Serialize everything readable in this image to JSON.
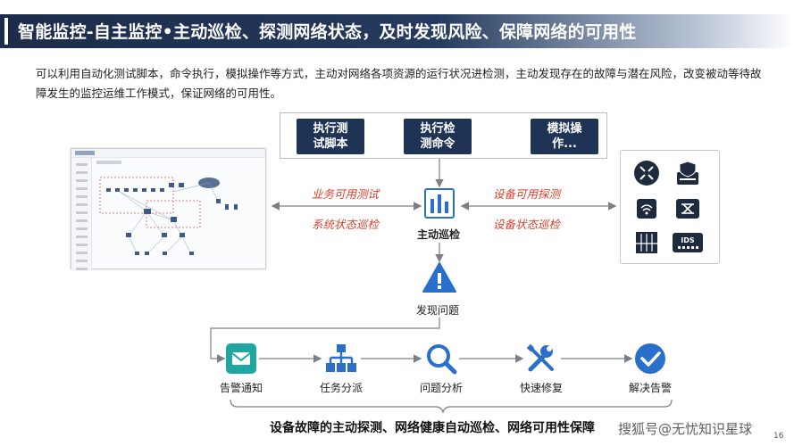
{
  "title": "智能监控-自主监控•主动巡检、探测网络状态，及时发现风险、保障网络的可用性",
  "intro": "可以利用自动化测试脚本，命令执行，模拟操作等方式，主动对网络各项资源的运行状况进检测，主动发现存在的故障与潜在风险，改变被动等待故障发生的监控运维工作模式，保证网络的可用性。",
  "tools": [
    {
      "line1": "执行测",
      "line2": "试脚本"
    },
    {
      "line1": "执行检",
      "line2": "测命令"
    },
    {
      "line1": "模拟操",
      "line2": "作..."
    }
  ],
  "left_arrows": {
    "top": "业务可用测试",
    "bottom": "系统状态巡检"
  },
  "right_arrows": {
    "top": "设备可用探测",
    "bottom": "设备状态巡检"
  },
  "center": {
    "label": "主动巡检",
    "icon": "bar-chart-icon"
  },
  "discover": {
    "label": "发现问题",
    "icon": "warning-icon"
  },
  "ids_label": "IDS",
  "steps": [
    {
      "label": "告警通知",
      "icon": "mail-icon"
    },
    {
      "label": "任务分派",
      "icon": "hierarchy-icon"
    },
    {
      "label": "问题分析",
      "icon": "magnifier-icon"
    },
    {
      "label": "快速修复",
      "icon": "tools-icon"
    },
    {
      "label": "解决告警",
      "icon": "check-circle-icon"
    }
  ],
  "summary": "设备故障的主动探测、网络健康自动巡检、网络可用性保障",
  "watermark": "搜狐号@无忧知识星球",
  "page_number": "16",
  "colors": {
    "navy": "#1f3355",
    "red_label": "#d9412e",
    "icon_blue": "#2a6fc9",
    "teal": "#28a79a"
  }
}
